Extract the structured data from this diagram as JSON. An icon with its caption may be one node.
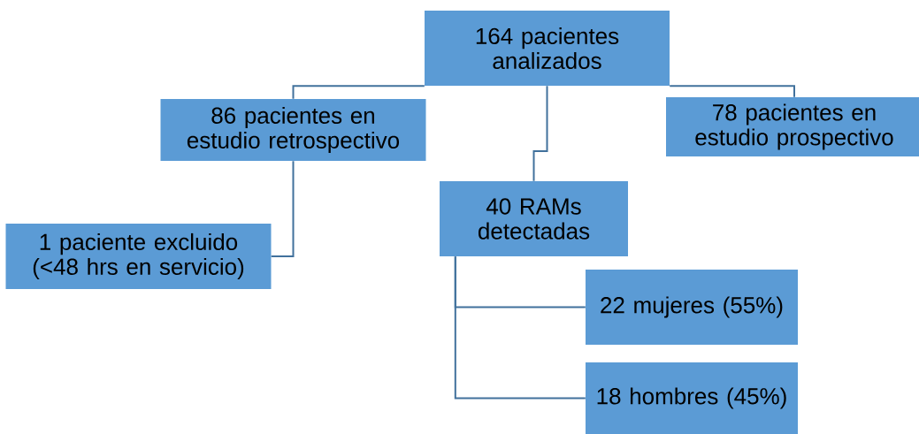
{
  "diagram": {
    "nodes": [
      {
        "text": [
          "164 pacientes analizados"
        ]
      },
      {
        "text": [
          "86 pacientes en estudio retrospectivo"
        ]
      },
      {
        "text": [
          "78 pacientes en estudio prospectivo"
        ]
      },
      {
        "text": [
          "40 RAMs detectadas"
        ]
      },
      {
        "text": [
          "1 paciente excluido (<48 hrs en servicio)"
        ]
      },
      {
        "text": [
          "22 mujeres (55%)"
        ]
      },
      {
        "text": [
          "18 hombres (45%)"
        ]
      }
    ],
    "edges": [
      {
        "from": 0,
        "to": 1,
        "arrow": "none"
      },
      {
        "from": 0,
        "to": 2,
        "arrow": "none"
      },
      {
        "from": 0,
        "to": 3,
        "arrow": "none"
      },
      {
        "from": 1,
        "to": 4,
        "arrow": "none"
      },
      {
        "from": 3,
        "to": 5,
        "arrow": "none"
      },
      {
        "from": 3,
        "to": 6,
        "arrow": "none"
      }
    ]
  }
}
